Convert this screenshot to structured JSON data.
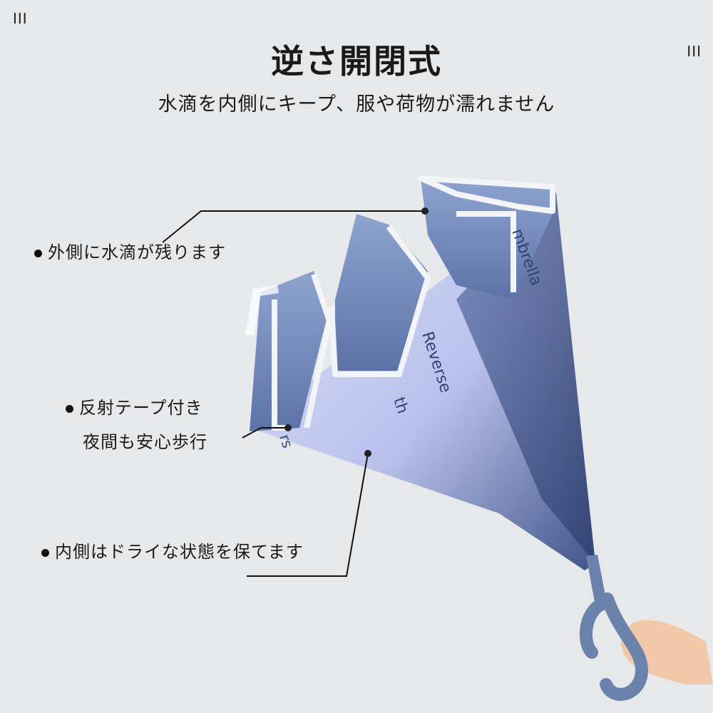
{
  "corner_marks": {
    "left": "III",
    "right": "III"
  },
  "title": "逆さ開閉式",
  "subtitle": "水滴を内側にキープ、服や荷物が濡れません",
  "callouts": {
    "outside": "外側に水滴が残ります",
    "reflective_line1": "反射テープ付き",
    "reflective_line2": "夜間も安心歩行",
    "inside": "内側はドライな状態を保てます"
  },
  "umbrella_print": {
    "word1": "Reverse",
    "word2": "mbrella",
    "word3": "th",
    "word4": "rs"
  },
  "colors": {
    "background": "#e7e8ea",
    "canopy_light": "#c9cff0",
    "canopy_dark": "#4d6196",
    "handle": "#6b82ad",
    "skin": "#f1c9a8"
  }
}
